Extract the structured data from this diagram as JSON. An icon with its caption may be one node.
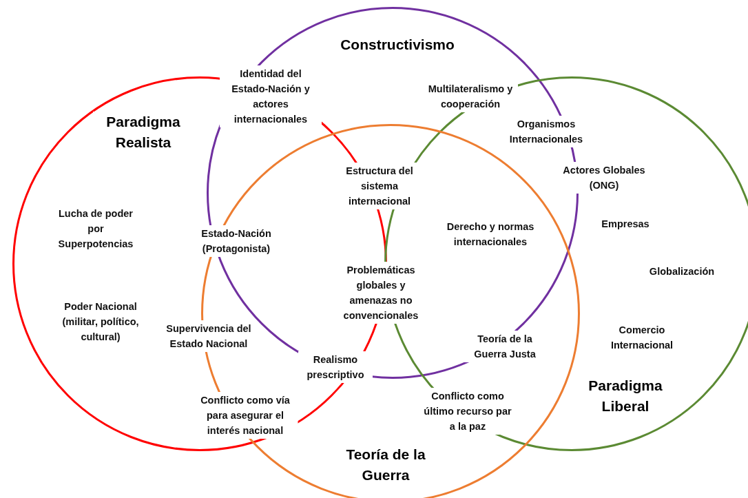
{
  "diagram": {
    "nodes": [
      {
        "text": [
          "Constructivismo"
        ]
      },
      {
        "text": [
          "Paradigma Realista"
        ]
      },
      {
        "text": [
          "Paradigma Liberal"
        ]
      },
      {
        "text": [
          "Teoría de la Guerra"
        ]
      }
    ],
    "labels": [
      "Identidad del Estado-Nación y actores internacionales",
      "Multilateralismo y cooperación",
      "Organismos Internacionales",
      "Actores Globales (ONG)",
      "Estructura del sistema internacional",
      "Lucha de poder por Superpotencias",
      "Empresas",
      "Derecho y normas internacionales",
      "Estado-Nación (Protagonista)",
      "Problemáticas globales y amenazas no convencionales",
      "Globalización",
      "Poder Nacional (militar, político, cultural)",
      "Supervivencia del Estado Nacional",
      "Comercio Internacional",
      "Teoría de la Guerra Justa",
      "Realismo prescriptivo",
      "Conflicto como último recurso par a la paz",
      "Conflicto como vía para asegurar el interés nacional"
    ]
  }
}
